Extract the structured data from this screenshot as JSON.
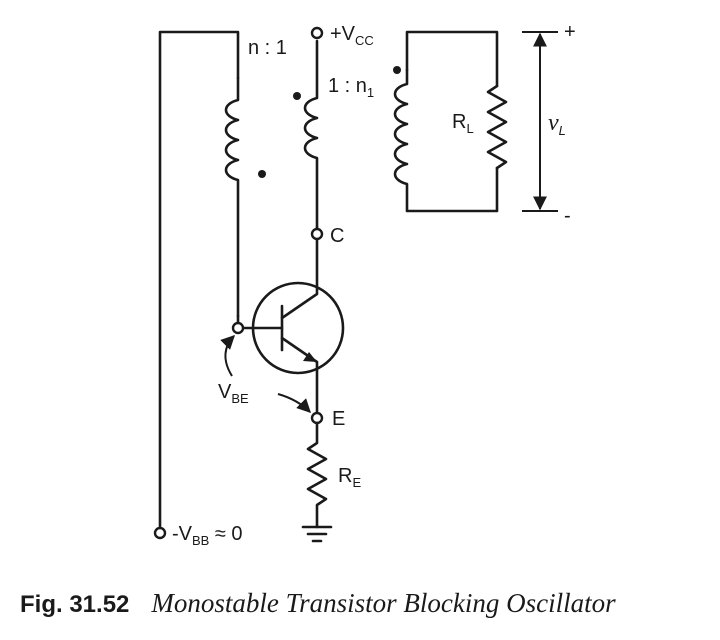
{
  "labels": {
    "vcc_prefix": "+V",
    "vcc_sub": "CC",
    "ratio_left": "n : 1",
    "ratio_right_main": "1 : n",
    "ratio_right_sub": "1",
    "load_resistor_main": "R",
    "load_resistor_sub": "L",
    "load_voltage_main": "v",
    "load_voltage_sub": "L",
    "plus": "+",
    "minus": "-",
    "collector": "C",
    "emitter": "E",
    "vbe_main": "V",
    "vbe_sub": "BE",
    "emitter_resistor_main": "R",
    "emitter_resistor_sub": "E",
    "vbb_prefix": "-V",
    "vbb_sub": "BB",
    "vbb_suffix": " ≈ 0"
  },
  "caption": {
    "figure_number": "Fig. 31.52",
    "title": "Monostable Transistor Blocking Oscillator"
  }
}
